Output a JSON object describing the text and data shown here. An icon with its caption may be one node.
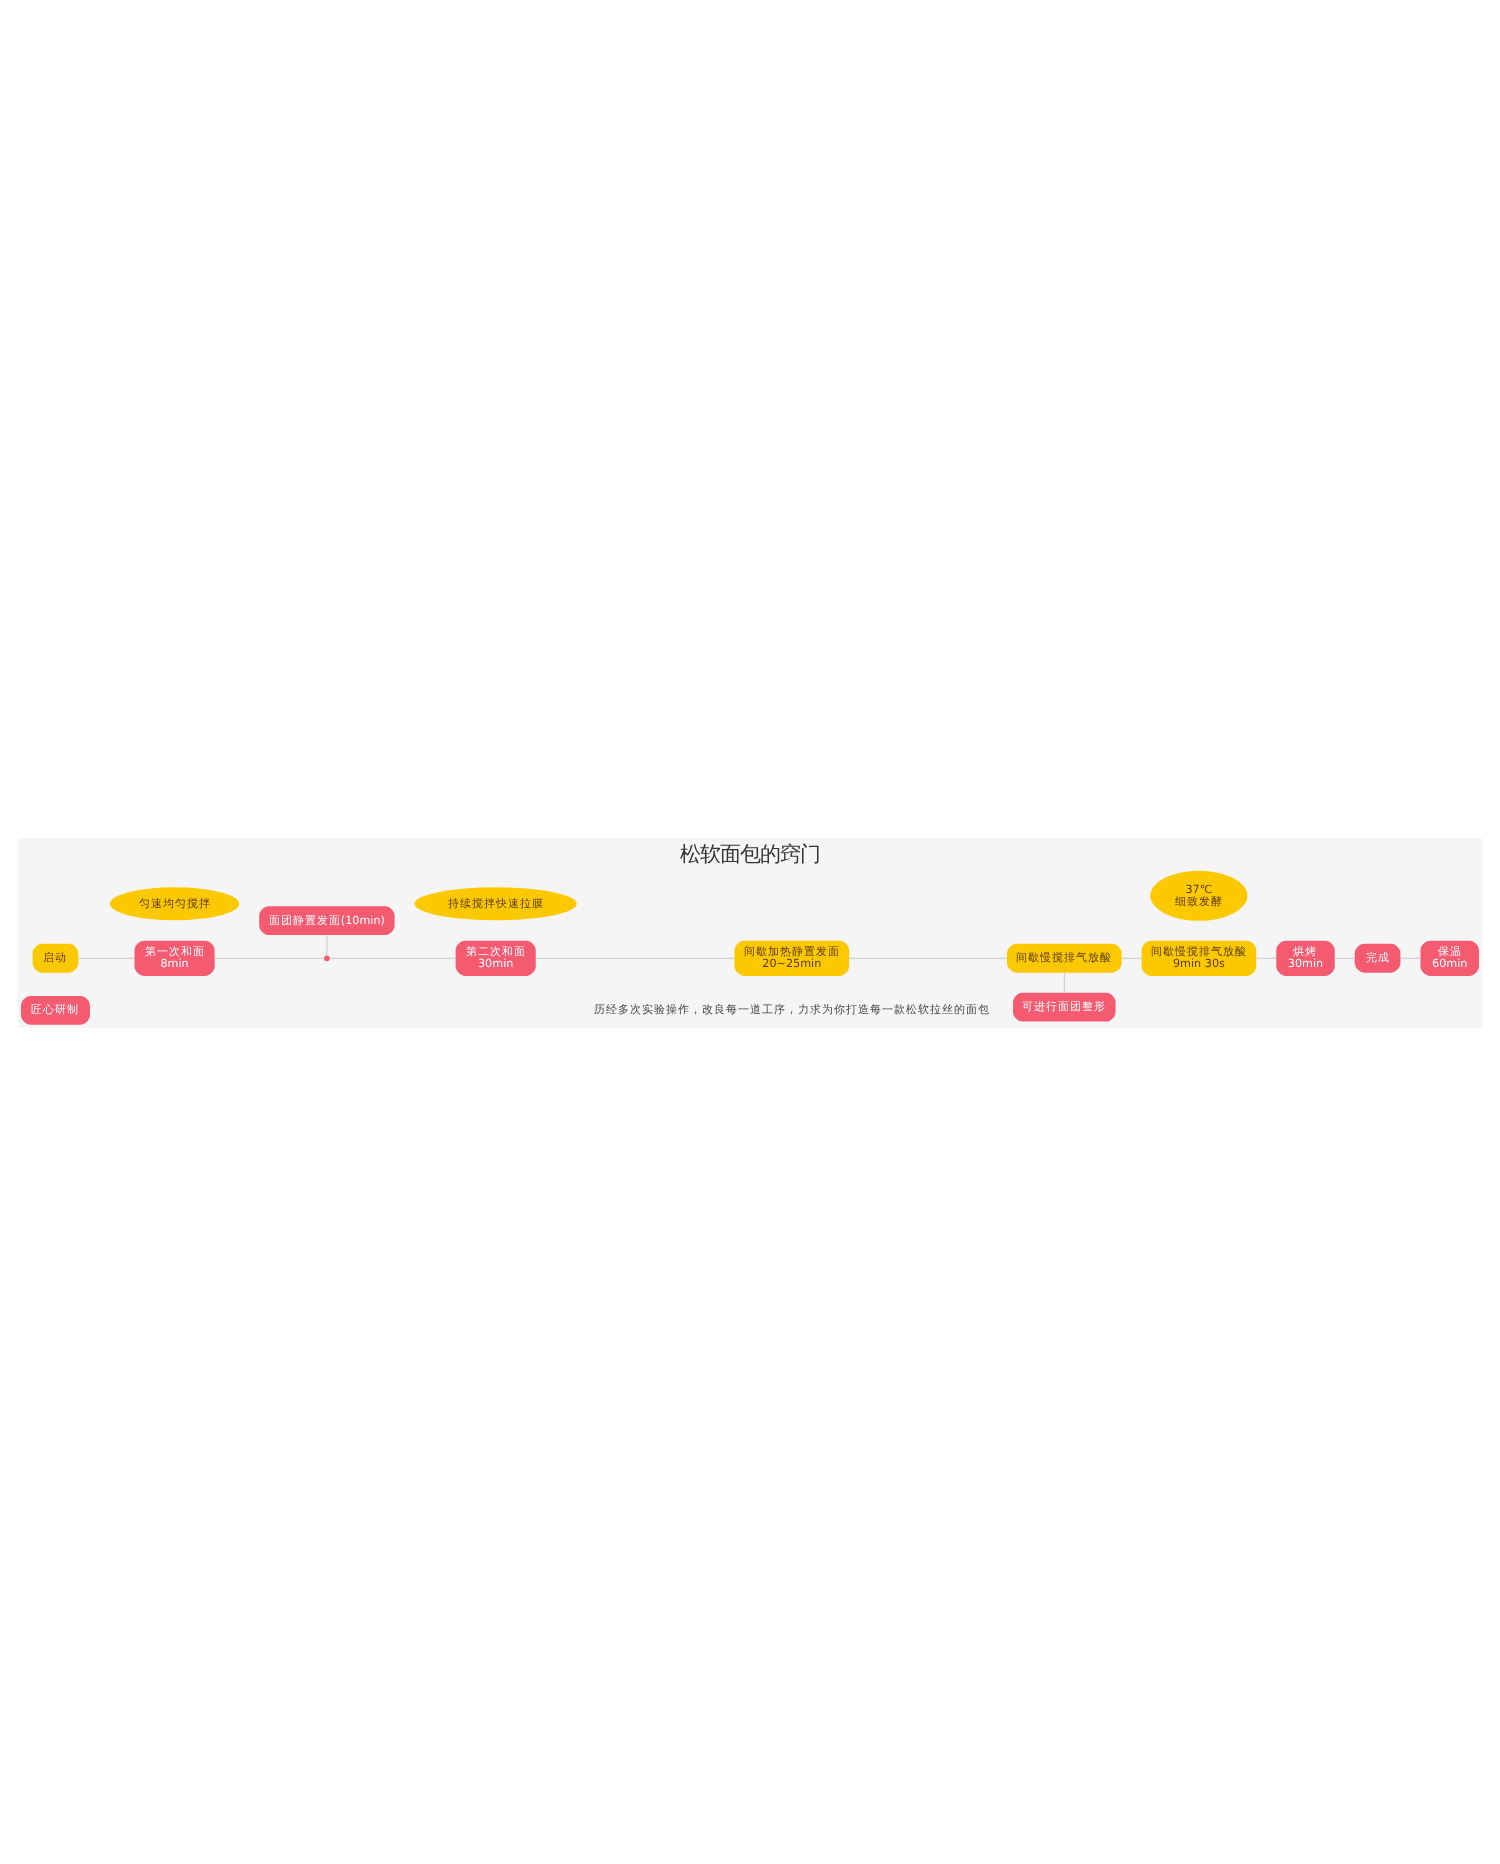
{
  "diagram": {
    "title": "松软面包的窍门",
    "nodes": [
      {
        "text": [
          "匠心研制"
        ]
      },
      {
        "text": [
          "面团静置发面(10min)"
        ]
      },
      {
        "text": [
          "37℃",
          "细致发酵"
        ]
      },
      {
        "text": [
          "启动"
        ]
      },
      {
        "text": [
          "第一次和面",
          "8min"
        ]
      },
      {
        "text": [],
        "shape": "circle"
      },
      {
        "text": [
          "第二次和面",
          "30min"
        ]
      },
      {
        "text": [
          "间歇加热静置发面",
          "20~25min"
        ]
      },
      {
        "text": [
          "间歇慢搅排气放酸"
        ]
      },
      {
        "text": [
          "间歇慢搅排气放酸",
          "9min 30s"
        ]
      },
      {
        "text": [
          "烘烤",
          "30min"
        ]
      },
      {
        "text": [
          "完成"
        ]
      },
      {
        "text": [
          "保温",
          "60min"
        ]
      },
      {
        "text": [
          "匀速均匀搅拌"
        ]
      },
      {
        "text": [
          "持续搅拌快速拉膜"
        ]
      },
      {
        "text": [
          "可进行面团整形"
        ]
      }
    ],
    "edges": [
      {
        "from": 3,
        "to": 4,
        "arrow": "none"
      },
      {
        "from": 4,
        "to": 5,
        "arrow": "none"
      },
      {
        "from": 5,
        "to": 6,
        "arrow": "none"
      },
      {
        "from": 6,
        "to": 7,
        "arrow": "none"
      },
      {
        "from": 7,
        "to": 8,
        "arrow": "none"
      },
      {
        "from": 8,
        "to": 9,
        "arrow": "none"
      },
      {
        "from": 9,
        "to": 10,
        "arrow": "none"
      },
      {
        "from": 10,
        "to": 11,
        "arrow": "none"
      },
      {
        "from": 11,
        "to": 12,
        "arrow": "none"
      },
      {
        "from": 1,
        "to": 5,
        "arrow": "none"
      },
      {
        "from": 8,
        "to": 15,
        "arrow": "none"
      }
    ],
    "labels": [
      "历经多次实验操作，改良每一道工序，力求为你打造每一款松软拉丝的面包"
    ]
  }
}
